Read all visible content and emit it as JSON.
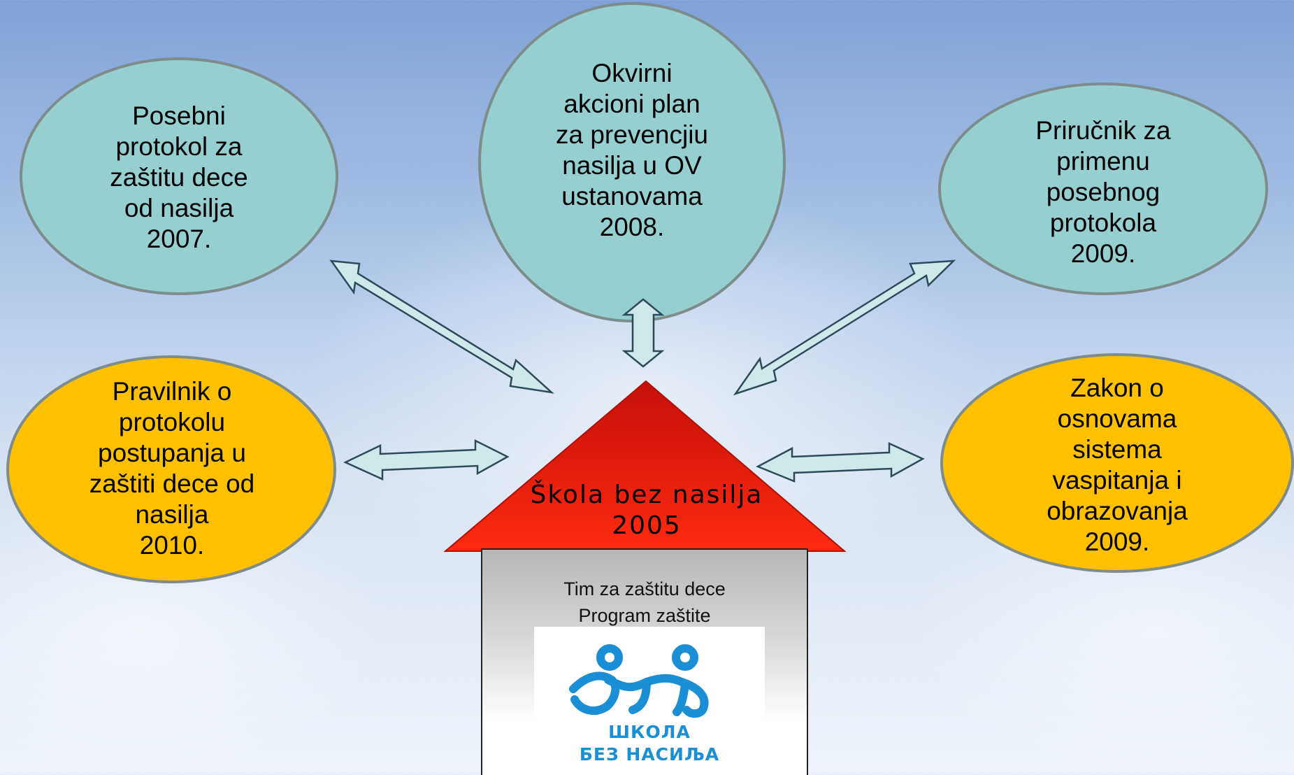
{
  "colors": {
    "teal_node": "#95cfcf",
    "yellow_node": "#ffc000",
    "roof_red": "#e81e10",
    "arrow_fill": "#cfe8ea",
    "arrow_stroke": "#2c4a5a",
    "logo_blue": "#1a8fd6"
  },
  "nodes": {
    "posebni_protokol": {
      "text": "Posebni\nprotokol za\nzaštitu dece\nod nasilja\n2007."
    },
    "okvirni_plan": {
      "text": "Okvirni\nakcioni plan\nza prevencjiu\nnasilja u OV\nustanovama\n2008."
    },
    "prirucnik": {
      "text": "Priručnik za\nprimenu\nposebnog\nprotokola\n2009."
    },
    "pravilnik": {
      "text": "Pravilnik o\nprotokolu\npostupanja u\nzaštiti dece od\nnasilja\n2010."
    },
    "zakon": {
      "text": "Zakon o\nosnovama\nsistema\nvaspitanja i\nobrazovanja\n2009."
    }
  },
  "center": {
    "title": "Škola bez nasilja\n2005",
    "line1": "Tim za zaštitu dece",
    "line2": "Program zaštite"
  },
  "logo": {
    "icon": "two-children-holding-hands-icon",
    "line1": "ШКОЛА",
    "line2": "БЕЗ НАСИЉА"
  }
}
